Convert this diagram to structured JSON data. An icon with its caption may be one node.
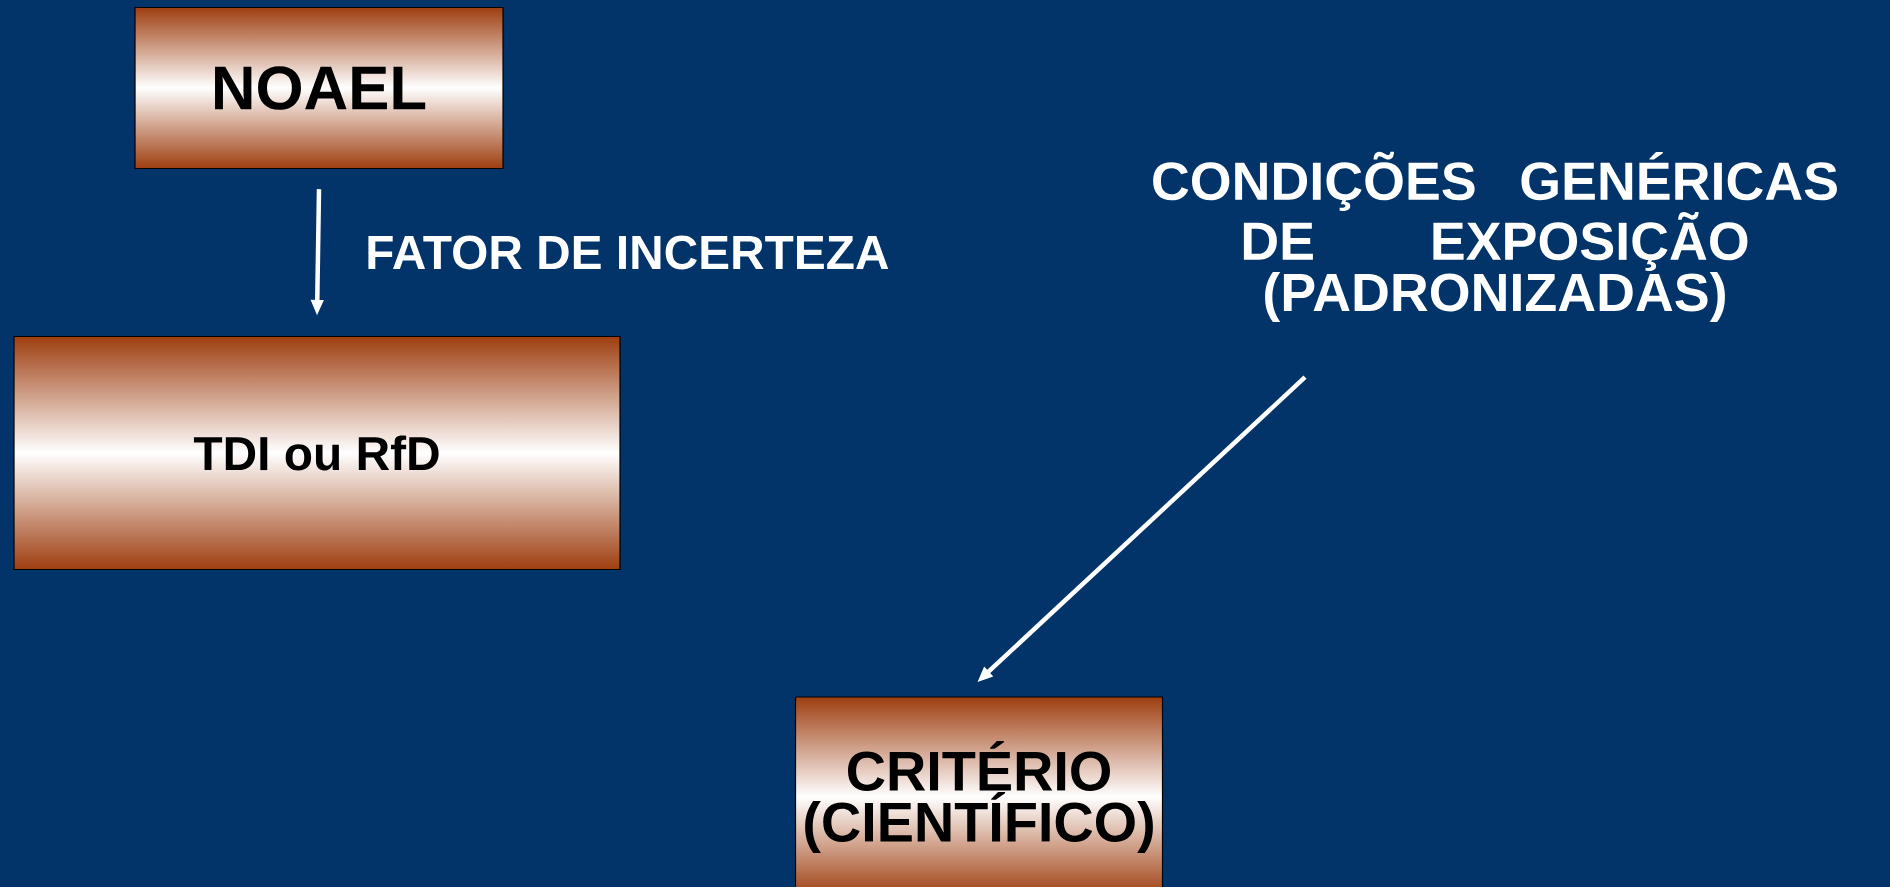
{
  "diagram": {
    "nodes": [
      {
        "text": [
          "NOAEL"
        ]
      },
      {
        "text": [
          "TDI ou RfD"
        ]
      },
      {
        "text": [
          "CRITÉRIO (CIENTÍFICO)"
        ]
      },
      {
        "text": [
          "CONDIÇÕES GENÉRICAS DE EXPOSIÇÃO (PADRONIZADAS)"
        ]
      }
    ],
    "edges": [
      {
        "from": 0,
        "to": 1,
        "arrow": "to",
        "label": "FATOR DE INCERTEZA"
      },
      {
        "from": 3,
        "to": 2,
        "arrow": "to"
      }
    ]
  }
}
